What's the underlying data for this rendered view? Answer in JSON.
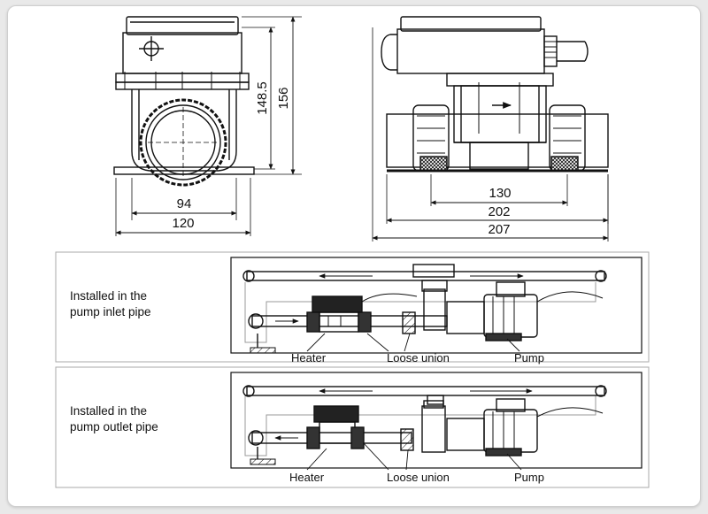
{
  "front_view": {
    "dim_height_inner": "148.5",
    "dim_height_outer": "156",
    "dim_width_inner": "94",
    "dim_width_outer": "120"
  },
  "side_view": {
    "dim_inner": "130",
    "dim_middle": "202",
    "dim_outer": "207"
  },
  "inlet_panel": {
    "caption_line1": "Installed in the",
    "caption_line2": "pump inlet pipe",
    "label_heater": "Heater",
    "label_union": "Loose union",
    "label_pump": "Pump"
  },
  "outlet_panel": {
    "caption_line1": "Installed in the",
    "caption_line2": "pump outlet pipe",
    "label_heater": "Heater",
    "label_union": "Loose union",
    "label_pump": "Pump"
  }
}
